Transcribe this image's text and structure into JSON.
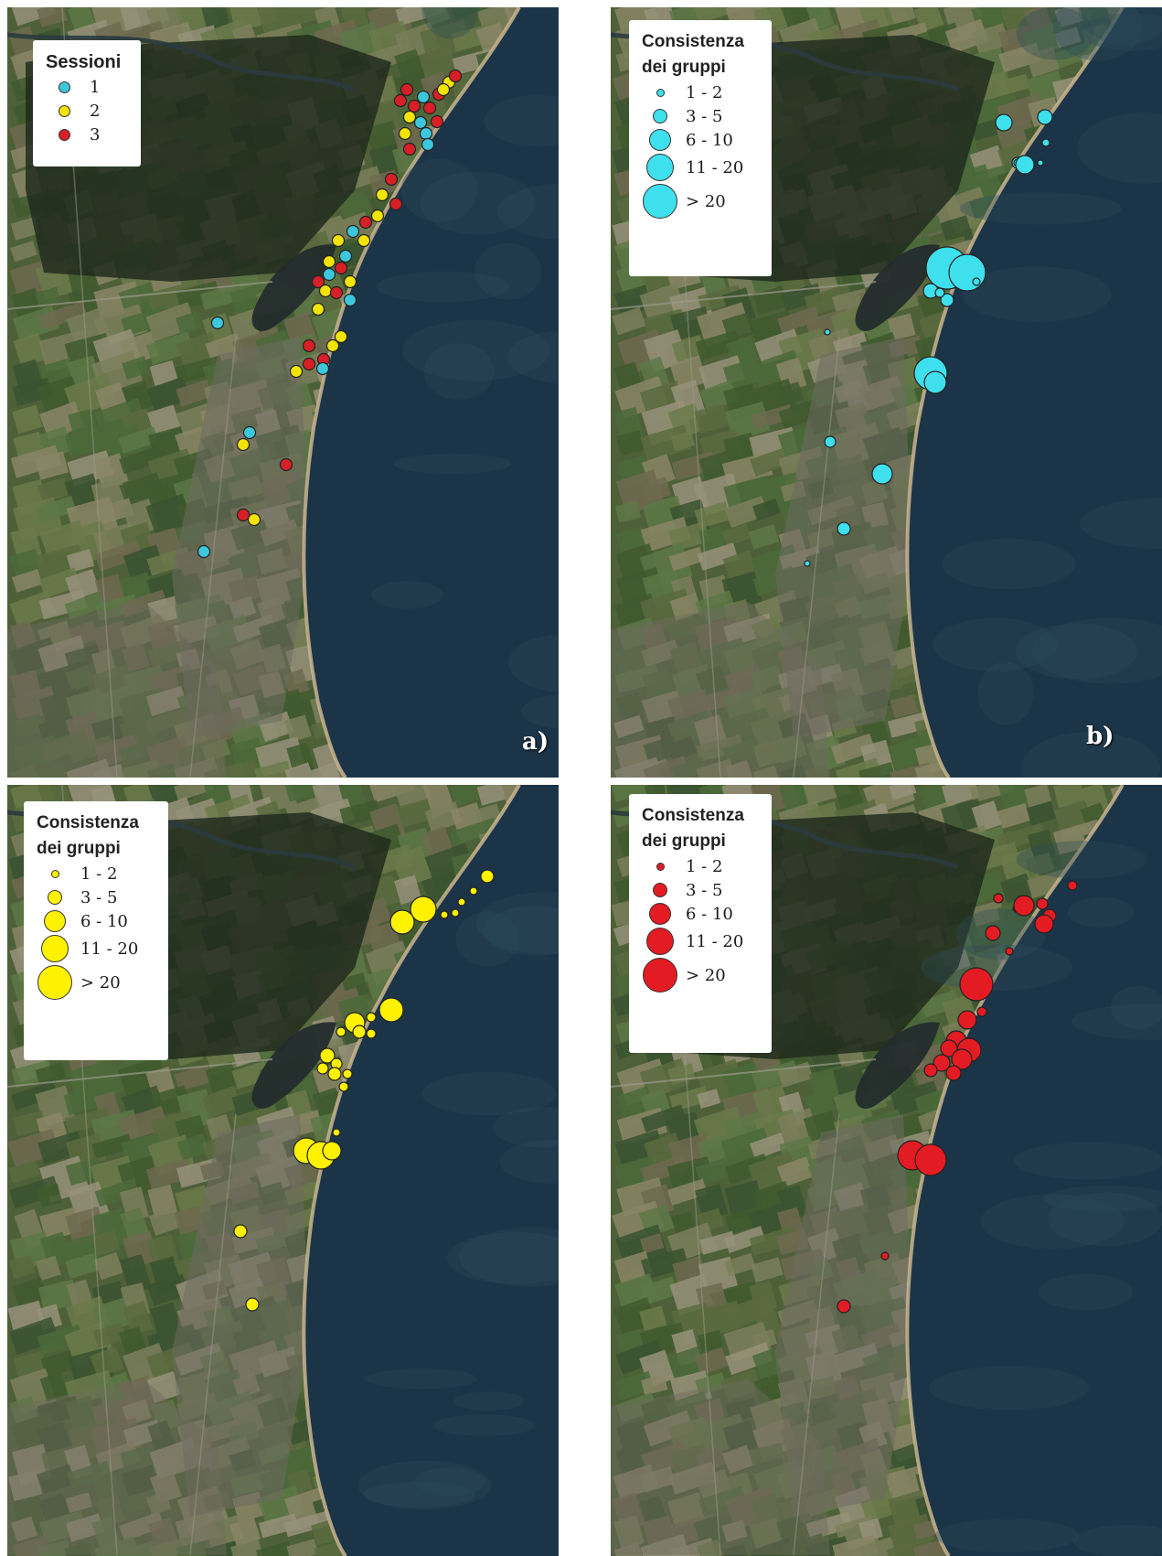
{
  "colors": {
    "session_1": "#3cc7dd",
    "session_2": "#f2e400",
    "session_3": "#d71f27",
    "size_cyan": "#3fe0ee",
    "size_yellow": "#fff200",
    "size_red": "#e31b23",
    "sea": "#1c3447",
    "land": "#4e6038",
    "wetland": "#1f2a1c",
    "town": "#6e6a60",
    "beach": "#c8b590"
  },
  "panels": [
    {
      "id": "a",
      "label": "a)",
      "legend": {
        "title": "Sessioni",
        "items": [
          {
            "text": "1",
            "color": "#3cc7dd"
          },
          {
            "text": "2",
            "color": "#f2e400"
          },
          {
            "text": "3",
            "color": "#d71f27"
          }
        ]
      }
    },
    {
      "id": "b",
      "label": "b)",
      "legend": {
        "title": "Consistenza\ndei gruppi",
        "color": "#3fe0ee",
        "items": [
          {
            "text": "1 - 2",
            "size": 1
          },
          {
            "text": "3 - 5",
            "size": 2
          },
          {
            "text": "6 - 10",
            "size": 3
          },
          {
            "text": "11 - 20",
            "size": 4
          },
          {
            "text": "> 20",
            "size": 5
          }
        ]
      }
    },
    {
      "id": "c",
      "label": "",
      "legend": {
        "title": "Consistenza\ndei gruppi",
        "color": "#fff200",
        "items": [
          {
            "text": "1 - 2",
            "size": 1
          },
          {
            "text": "3 - 5",
            "size": 2
          },
          {
            "text": "6 - 10",
            "size": 3
          },
          {
            "text": "11 - 20",
            "size": 4
          },
          {
            "text": "> 20",
            "size": 5
          }
        ]
      }
    },
    {
      "id": "d",
      "label": "",
      "legend": {
        "title": "Consistenza\ndei gruppi",
        "color": "#e31b23",
        "items": [
          {
            "text": "1 - 2",
            "size": 1
          },
          {
            "text": "3 - 5",
            "size": 2
          },
          {
            "text": "6 - 10",
            "size": 3
          },
          {
            "text": "11 - 20",
            "size": 4
          },
          {
            "text": "> 20",
            "size": 5
          }
        ]
      }
    }
  ]
}
